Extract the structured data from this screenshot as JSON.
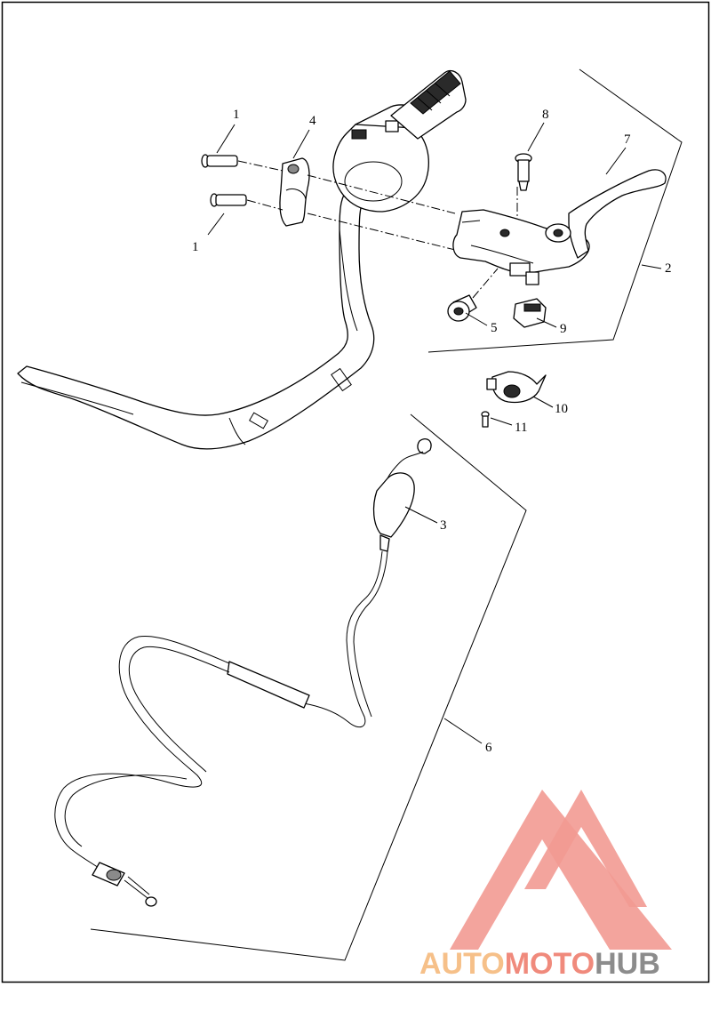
{
  "diagram": {
    "callouts": {
      "c1a": "1",
      "c1b": "1",
      "c2": "2",
      "c3": "3",
      "c4": "4",
      "c5": "5",
      "c6": "6",
      "c7": "7",
      "c8": "8",
      "c9": "9",
      "c10": "10",
      "c11": "11"
    }
  },
  "watermark": {
    "part1": "AUTO",
    "part2": "MOTO",
    "part3": "HUB",
    "colors": {
      "auto": "#f6c089",
      "moto": "#f08a7c",
      "hub": "#8c8c8c",
      "logo": "#f29a92"
    }
  }
}
